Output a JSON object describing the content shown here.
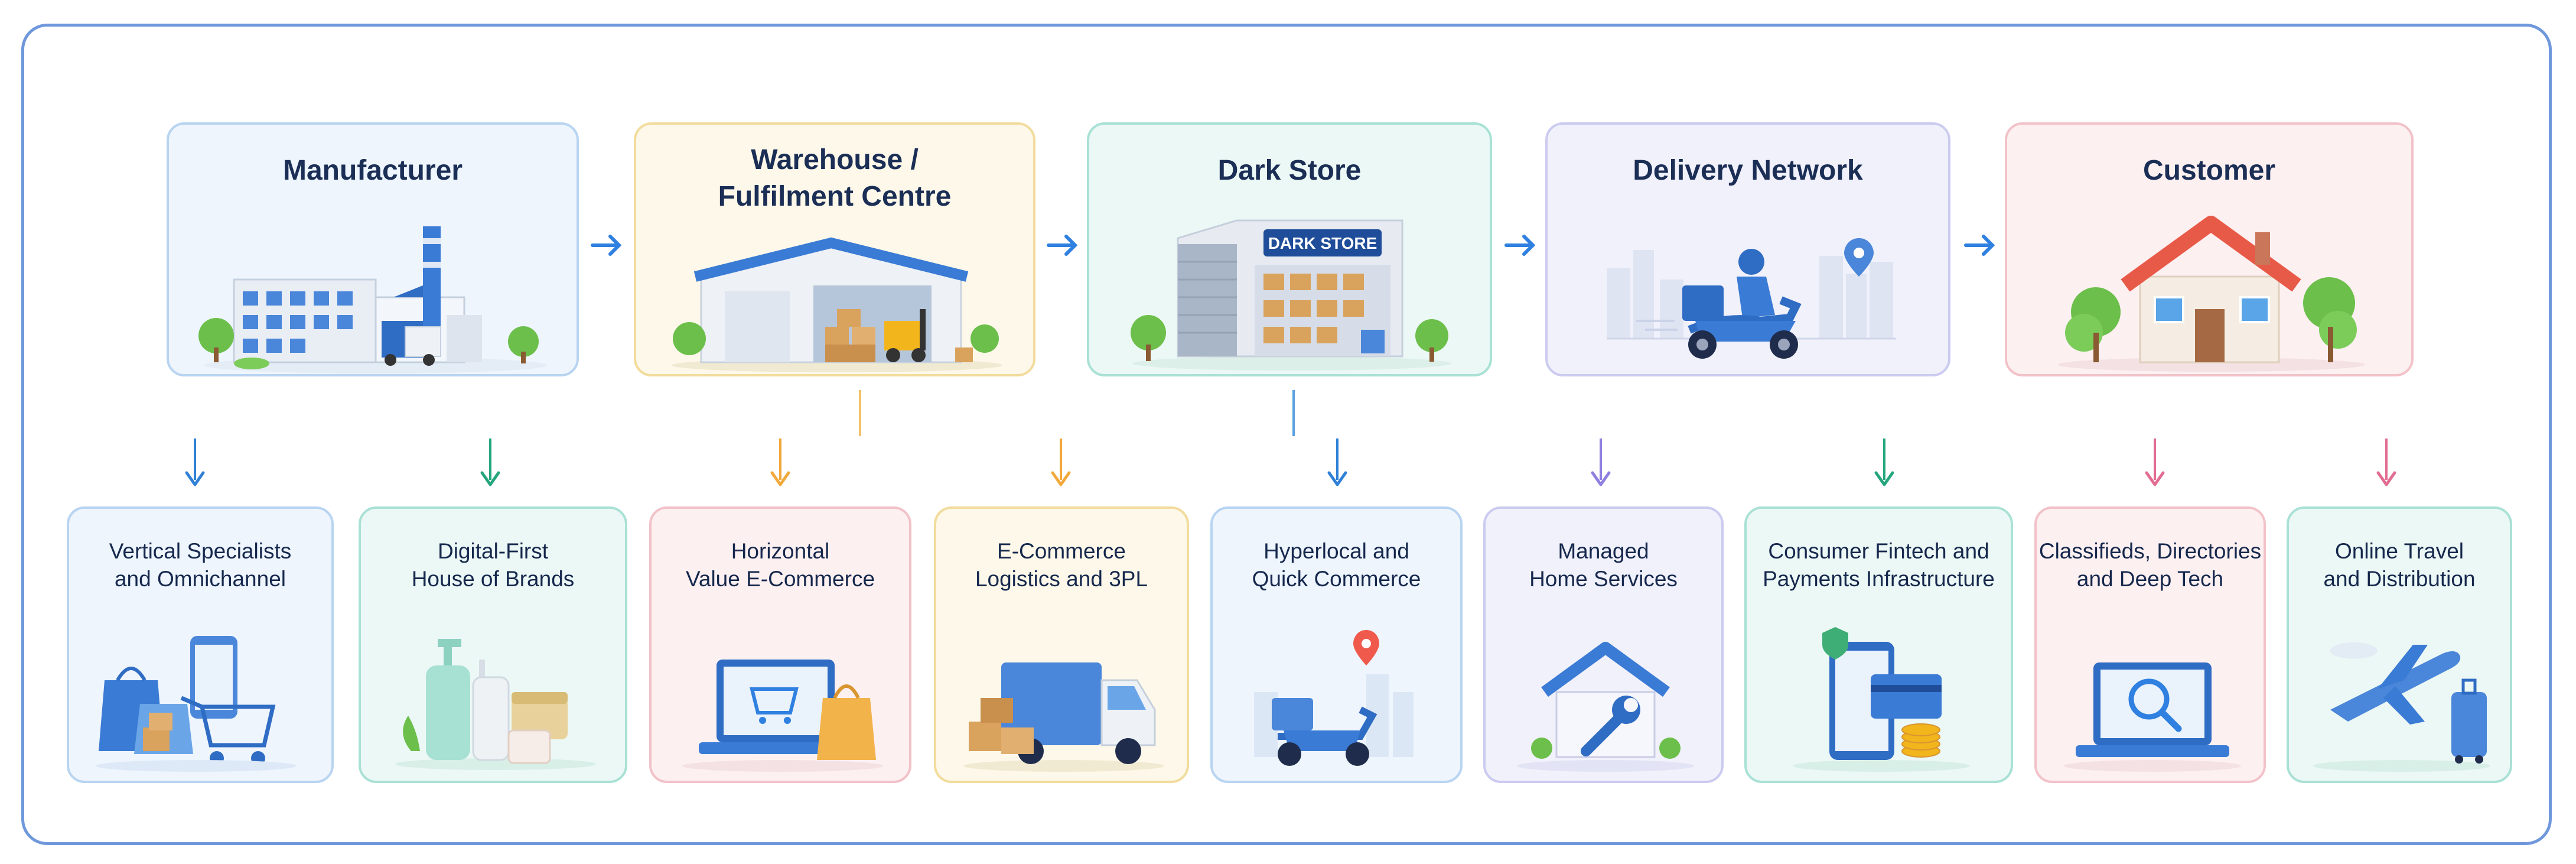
{
  "pipeline": {
    "stages": [
      {
        "id": "manufacturer",
        "label": "Manufacturer"
      },
      {
        "id": "warehouse",
        "label_line1": "Warehouse /",
        "label_line2": "Fulfilment Centre"
      },
      {
        "id": "dark_store",
        "label": "Dark Store",
        "sign": "DARK STORE"
      },
      {
        "id": "delivery",
        "label": "Delivery Network"
      },
      {
        "id": "customer",
        "label": "Customer"
      }
    ]
  },
  "segments": [
    {
      "id": "vertical",
      "line1": "Vertical Specialists",
      "line2": "and Omnichannel",
      "color": "#2f80d6"
    },
    {
      "id": "digital_first",
      "line1": "Digital-First",
      "line2": "House of Brands",
      "color": "#25a67d"
    },
    {
      "id": "horizontal",
      "line1": "Horizontal",
      "line2": "Value E-Commerce",
      "color": "#f2a93b"
    },
    {
      "id": "logistics",
      "line1": "E-Commerce",
      "line2": "Logistics and 3PL",
      "color": "#f2a93b"
    },
    {
      "id": "hyperlocal",
      "line1": "Hyperlocal and",
      "line2": "Quick Commerce",
      "color": "#2f80d6"
    },
    {
      "id": "home_services",
      "line1": "Managed",
      "line2": "Home Services",
      "color": "#8f7fe0"
    },
    {
      "id": "fintech",
      "line1": "Consumer Fintech and",
      "line2": "Payments Infrastructure",
      "color": "#25a67d"
    },
    {
      "id": "classifieds",
      "line1": "Classifieds, Directories",
      "line2": "and Deep Tech",
      "color": "#e26d93"
    },
    {
      "id": "travel",
      "line1": "Online Travel",
      "line2": "and Distribution",
      "color": "#e26d93"
    }
  ],
  "colors": {
    "frame": "#6f98dc",
    "arrow": "#2f80e0",
    "title": "#1b2e55"
  }
}
